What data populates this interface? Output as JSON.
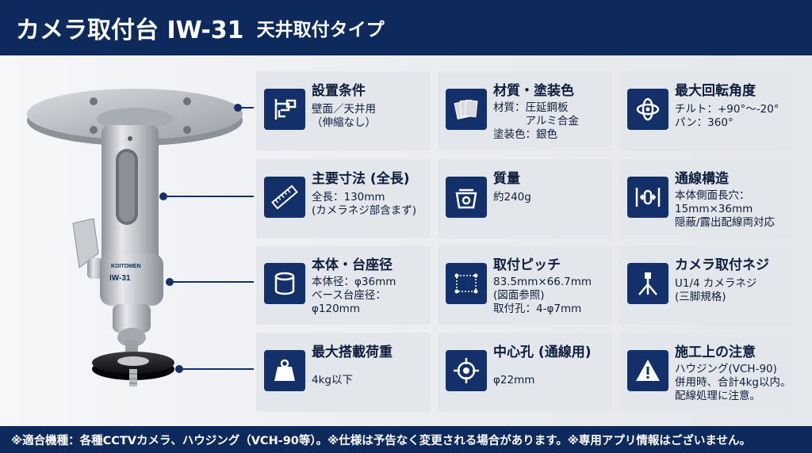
{
  "header": {
    "title_main": "カメラ取付台 IW-31",
    "title_sub": "天井取付タイプ"
  },
  "product": {
    "brand": "KOITOMEN",
    "model": "IW-31"
  },
  "cards": [
    {
      "title": "設置条件",
      "icon": "bracket-icon",
      "lines": [
        "壁面／天井用",
        "（伸縮なし）"
      ]
    },
    {
      "title": "材質・塗装色",
      "icon": "material-sheets-icon",
      "lines": [
        "材質：圧延鋼板",
        "　　　アルミ合金",
        "塗装色：銀色"
      ]
    },
    {
      "title": "最大回転角度",
      "icon": "rotation-icon",
      "lines": [
        "チルト：+90°〜-20°",
        "パン：360°"
      ]
    },
    {
      "title": "主要寸法 (全長)",
      "icon": "ruler-icon",
      "lines": [
        "全長：130mm",
        "(カメラネジ部含まず)"
      ]
    },
    {
      "title": "質量",
      "icon": "scale-icon",
      "lines": [
        "約240g"
      ]
    },
    {
      "title": "通線構造",
      "icon": "wiring-icon",
      "lines": [
        "本体側面長穴：",
        "15mm×36mm",
        "隠蔽/露出配線両対応"
      ]
    },
    {
      "title": "本体・台座径",
      "icon": "cylinder-icon",
      "lines": [
        "本体径：φ36mm",
        "ベース台座径：",
        "φ120mm"
      ]
    },
    {
      "title": "取付ピッチ",
      "icon": "pitch-icon",
      "lines": [
        "83.5mm×66.7mm",
        "(図面参照)",
        "取付孔：4-φ7mm"
      ]
    },
    {
      "title": "カメラ取付ネジ",
      "icon": "tripod-icon",
      "lines": [
        "U1/4 カメラネジ",
        "(三脚規格)"
      ]
    },
    {
      "title": "最大搭載荷重",
      "icon": "weight-icon",
      "lines": [
        "4kg以下"
      ]
    },
    {
      "title": "中心孔 (通線用)",
      "icon": "target-icon",
      "lines": [
        "φ22mm"
      ]
    },
    {
      "title": "施工上の注意",
      "icon": "warning-icon",
      "lines": [
        "ハウジング(VCH-90)",
        "併用時、合計4kg以内。",
        "配線処理に注意。"
      ]
    }
  ],
  "footer": {
    "text": "※適合機種：各種CCTVカメラ、ハウジング（VCH-90等）。※仕様は予告なく変更される場合があります。※専用アプリ情報はございません。"
  }
}
